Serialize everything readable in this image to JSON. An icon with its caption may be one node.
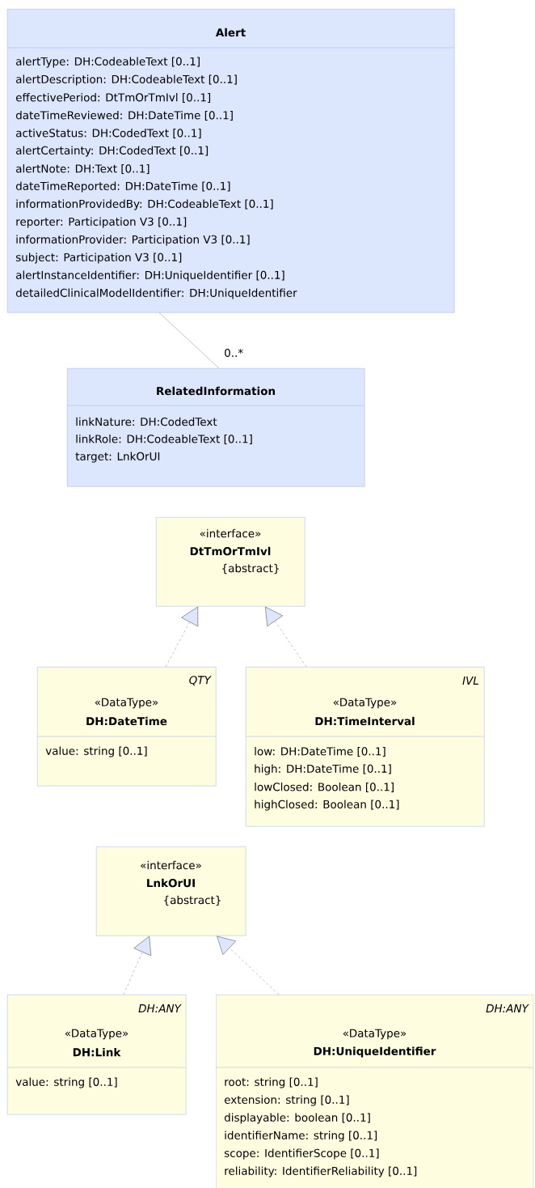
{
  "diagram": {
    "nodes": [
      {
        "text": [
          "Alert",
          "alertType: DH:CodeableText [0..1]",
          "alertDescription: DH:CodeableText [0..1]",
          "effectivePeriod: DtTmOrTmIvl [0..1]",
          "dateTimeReviewed: DH:DateTime [0..1]",
          "activeStatus: DH:CodedText [0..1]",
          "alertCertainty: DH:CodedText [0..1]",
          "alertNote: DH:Text [0..1]",
          "dateTimeReported: DH:DateTime [0..1]",
          "informationProvidedBy: DH:CodeableText [0..1]",
          "reporter: Participation V3 [0..1]",
          "informationProvider: Participation V3 [0..1]",
          "subject: Participation V3 [0..1]",
          "alertInstanceIdentifier: DH:UniqueIdentifier [0..1]",
          "detailedClinicalModelIdentifier: DH:UniqueIdentifier"
        ]
      },
      {
        "text": [
          "RelatedInformation",
          "linkNature: DH:CodedText",
          "linkRole: DH:CodeableText [0..1]",
          "target: LnkOrUI"
        ]
      },
      {
        "text": [
          "«interface»",
          "DtTmOrTmIvl",
          "{abstract}"
        ]
      },
      {
        "text": [
          "QTY",
          "«DataType»",
          "DH:DateTime",
          "value: string [0..1]"
        ]
      },
      {
        "text": [
          "IVL",
          "«DataType»",
          "DH:TimeInterval",
          "low: DH:DateTime [0..1]",
          "high: DH:DateTime [0..1]",
          "lowClosed: Boolean [0..1]",
          "highClosed: Boolean [0..1]"
        ]
      },
      {
        "text": [
          "«interface»",
          "LnkOrUI",
          "{abstract}"
        ]
      },
      {
        "text": [
          "DH:ANY",
          "«DataType»",
          "DH:Link",
          "value: string [0..1]"
        ]
      },
      {
        "text": [
          "DH:ANY",
          "«DataType»",
          "DH:UniqueIdentifier",
          "root: string [0..1]",
          "extension: string [0..1]",
          "displayable: boolean [0..1]",
          "identifierName: string [0..1]",
          "scope: IdentifierScope [0..1]",
          "reliability: IdentifierReliability [0..1]"
        ]
      }
    ],
    "edges": [
      {
        "from": 0,
        "to": 1,
        "arrow": "none",
        "label": "0..*"
      },
      {
        "from": 3,
        "to": 2,
        "arrow": "to",
        "style": "dashed"
      },
      {
        "from": 4,
        "to": 2,
        "arrow": "to",
        "style": "dashed"
      },
      {
        "from": 6,
        "to": 5,
        "arrow": "to",
        "style": "dashed"
      },
      {
        "from": 7,
        "to": 5,
        "arrow": "to",
        "style": "dashed"
      }
    ]
  }
}
